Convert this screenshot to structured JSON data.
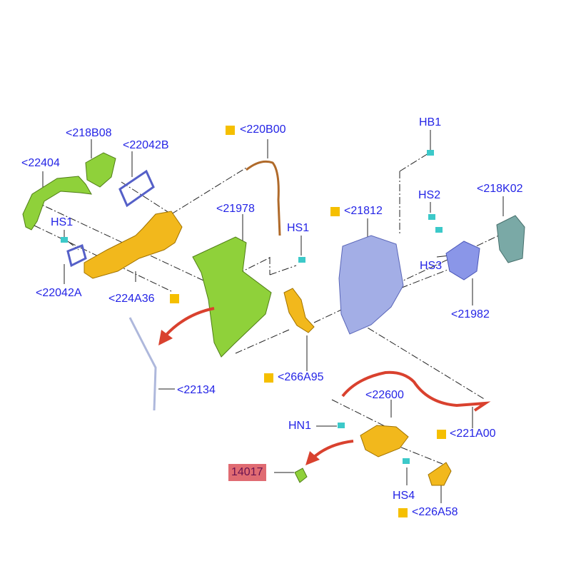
{
  "labels": {
    "p22404": "<22404",
    "p218B08": "<218B08",
    "p22042B": "<22042B",
    "p220B00": "<220B00",
    "pHB1": "HB1",
    "p21978": "<21978",
    "pHS1a": "HS1",
    "pHS1b": "HS1",
    "p21812": "<21812",
    "pHS2": "HS2",
    "p218K02": "<218K02",
    "pHS3": "HS3",
    "p22042A": "<22042A",
    "p224A36": "<224A36",
    "p21982": "<21982",
    "p266A95": "<266A95",
    "p22134": "<22134",
    "p22600": "<22600",
    "pHN1": "HN1",
    "p221A00": "<221A00",
    "p14017": "14017",
    "pHS4": "HS4",
    "p226A58": "<226A58"
  },
  "colors": {
    "label": "#2424e6",
    "marker": "#f5bf00",
    "highlight": "#e06b72",
    "green": "#8fd13a",
    "yellow": "#f2b81c",
    "blue": "#a3aee6",
    "red": "#d9412e",
    "teal": "#7aa9a6",
    "cyan": "#3cc9c9"
  }
}
